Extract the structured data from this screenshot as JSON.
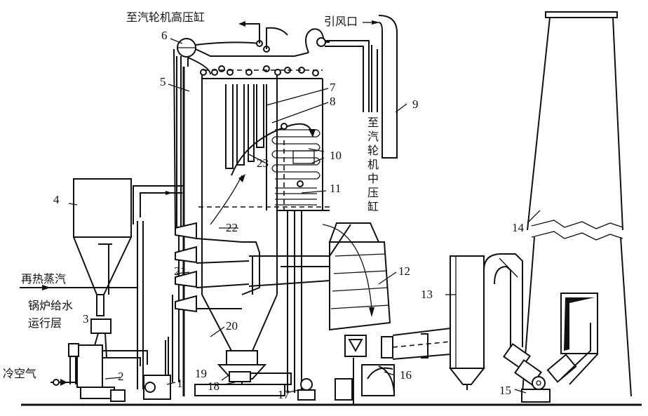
{
  "labels": {
    "hp_turbine": "至汽轮机高压缸",
    "air_inlet": "引风口",
    "ip_turbine": [
      "至",
      "汽",
      "轮",
      "机",
      "中",
      "压",
      "缸"
    ],
    "reheat_steam": "再热蒸汽",
    "feed_water": "锅炉给水",
    "operating_floor": "运行层",
    "cold_air": "冷空气"
  },
  "numbers": [
    "1",
    "2",
    "3",
    "4",
    "5",
    "6",
    "7",
    "8",
    "9",
    "10",
    "11",
    "12",
    "13",
    "14",
    "15",
    "16",
    "17",
    "18",
    "19",
    "20",
    "21",
    "22",
    "23"
  ]
}
